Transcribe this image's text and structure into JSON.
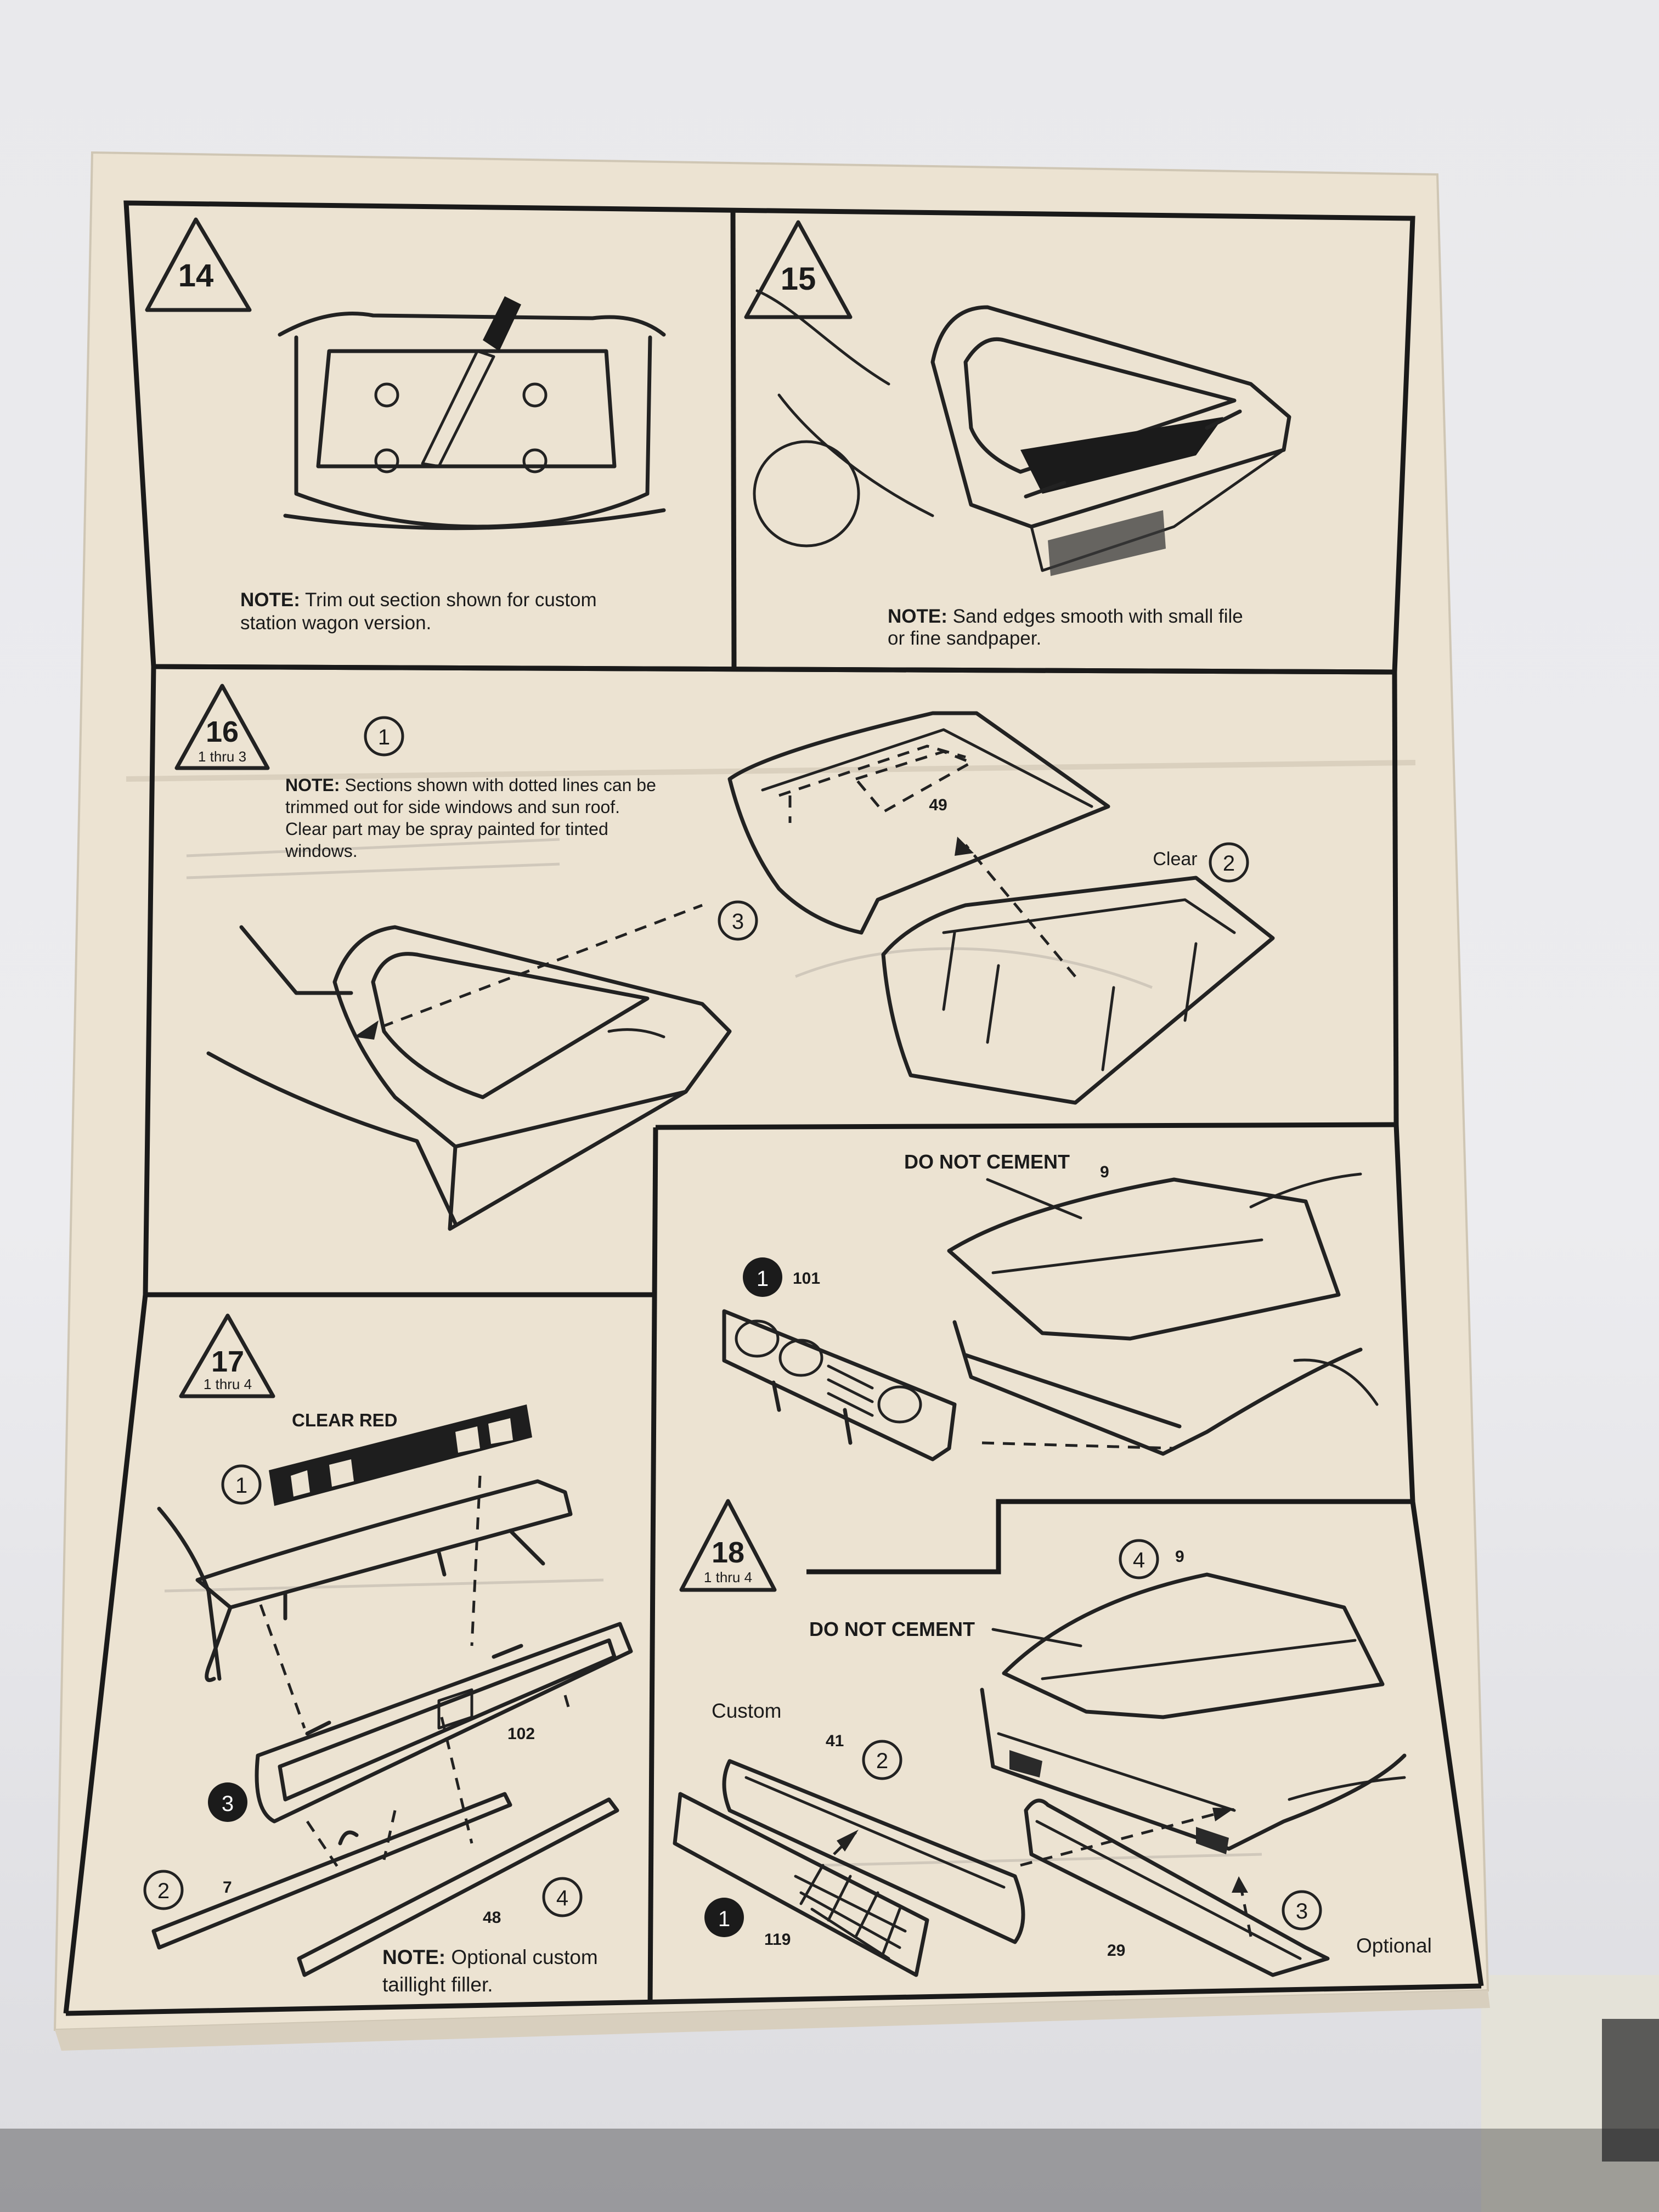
{
  "steps": {
    "s14": {
      "number": "14",
      "note_prefix": "NOTE:",
      "note_line1": " Trim out section shown for custom",
      "note_line2": "station wagon version."
    },
    "s15": {
      "number": "15",
      "note_prefix": "NOTE:",
      "note_line1": " Sand edges smooth with small file",
      "note_line2": "or fine sandpaper."
    },
    "s16": {
      "number": "16",
      "range": "1 thru 3",
      "note_prefix": "NOTE:",
      "note_line1": " Sections shown with dotted lines can be",
      "note_line2": "trimmed out for side windows and sun roof.",
      "note_line3": "Clear part may be spray painted for tinted",
      "note_line4": "windows.",
      "parts": {
        "p1": "1",
        "p2": "2",
        "p3": "3",
        "part49": "49"
      },
      "clear_label": "Clear"
    },
    "sub": {
      "do_not_cement": "DO NOT CEMENT",
      "part9": "9",
      "callout1": "1",
      "part101": "101"
    },
    "s17": {
      "number": "17",
      "range": "1 thru 4",
      "clear_red": "CLEAR RED",
      "parts": {
        "p1": "1",
        "p2": "2",
        "p3": "3",
        "p4": "4",
        "part7": "7",
        "part48": "48",
        "part102": "102"
      },
      "note_prefix": "NOTE:",
      "note_line1": " Optional custom",
      "note_line2": "taillight filler."
    },
    "s18": {
      "number": "18",
      "range": "1 thru 4",
      "do_not_cement": "DO NOT CEMENT",
      "custom_label": "Custom",
      "optional_label": "Optional",
      "parts": {
        "p1": "1",
        "p2": "2",
        "p3": "3",
        "p4": "4",
        "part9": "9",
        "part41": "41",
        "part119": "119",
        "part29": "29"
      }
    }
  }
}
